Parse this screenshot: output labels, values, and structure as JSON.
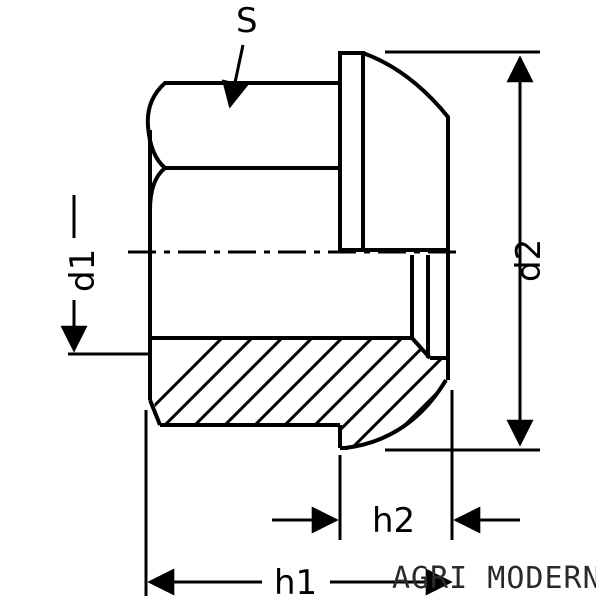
{
  "diagram": {
    "labels": {
      "s": "S",
      "d1": "d1",
      "d2": "d2",
      "h1": "h1",
      "h2": "h2"
    },
    "watermark": "AGRI MODERNE",
    "colors": {
      "line": "#000000",
      "background": "#ffffff"
    }
  }
}
